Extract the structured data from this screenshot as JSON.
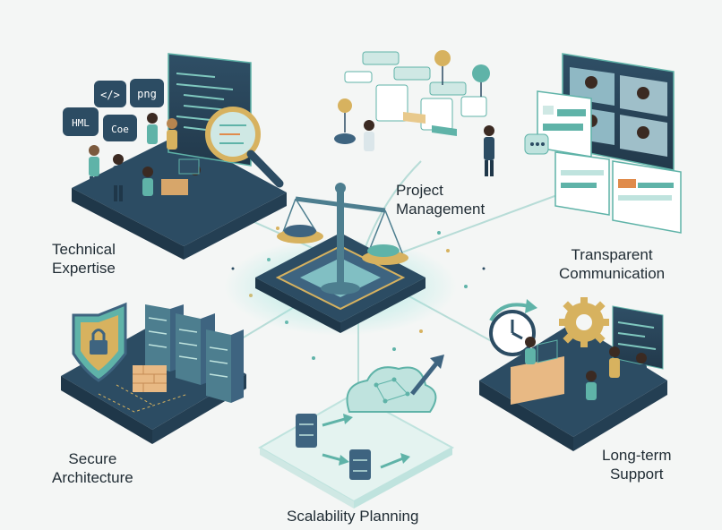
{
  "labels": {
    "technical": "Technical\nExpertise",
    "project": "Project\nManagement",
    "transparent": "Transparent\nCommunication",
    "secure": "Secure\nArchitecture",
    "scalability": "Scalability Planning",
    "support": "Long-term\nSupport"
  },
  "file_tags": {
    "html": "HML",
    "code": "</>",
    "png": "png",
    "coe": "Coe"
  },
  "colors": {
    "background": "#f4f6f5",
    "platform_dark": "#2c4c63",
    "platform_top": "#3e6480",
    "teal": "#5fb3a8",
    "teal_light": "#bfe3de",
    "glow": "#9ee6df",
    "line": "#b7dcd7",
    "gold": "#d7b25f",
    "orange": "#e08b4b"
  },
  "icons": [
    "balance-scale-icon",
    "magnifier-icon",
    "shield-lock-icon",
    "server-rack-icon",
    "firewall-icon",
    "cloud-network-icon",
    "clock-refresh-icon",
    "gear-icon",
    "kanban-board-icon",
    "video-call-icon",
    "chat-bubble-icon"
  ]
}
